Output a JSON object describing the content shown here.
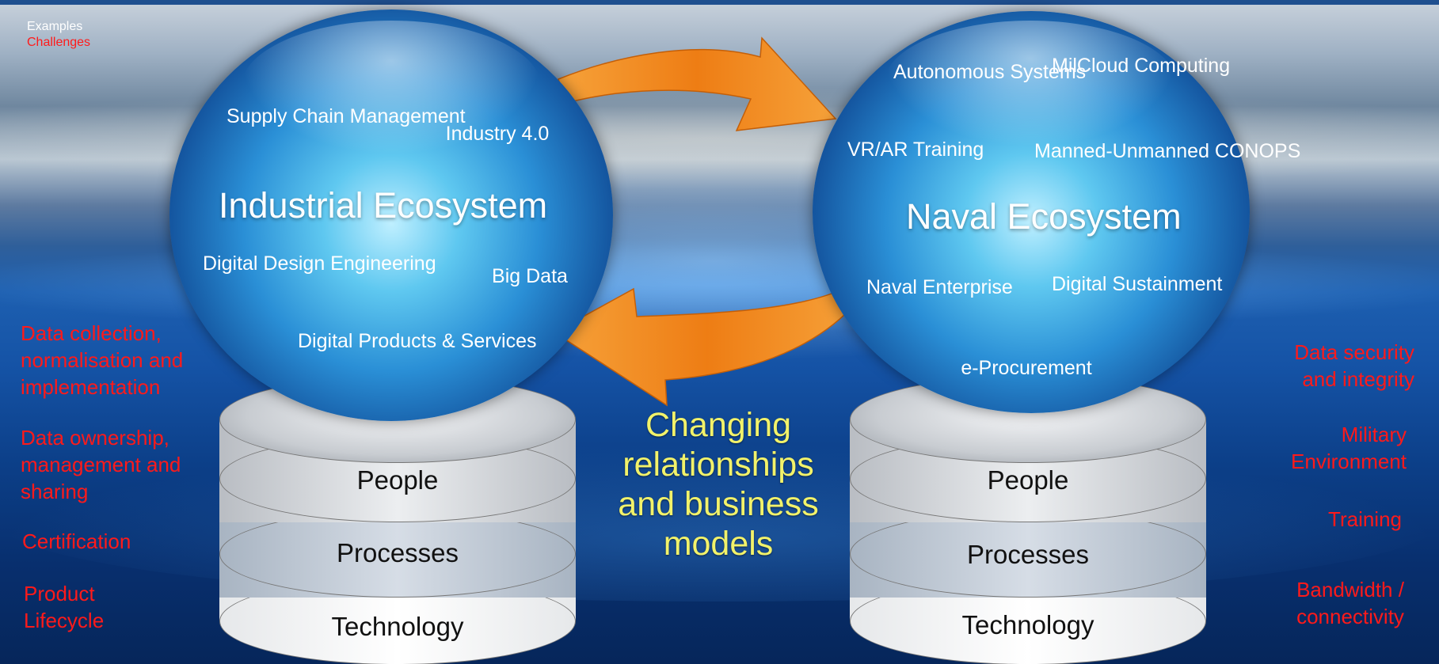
{
  "legend": {
    "examples": "Examples",
    "challenges": "Challenges"
  },
  "left_challenges": [
    "Data collection, normalisation and implementation",
    "Data ownership, management and sharing",
    "Certification",
    "Product Lifecycle"
  ],
  "right_challenges": [
    "Data security and integrity",
    "Military Environment",
    "Training",
    "Bandwidth / connectivity"
  ],
  "industrial": {
    "title": "Industrial Ecosystem",
    "examples": {
      "supply_chain": "Supply Chain Management",
      "industry40": "Industry 4.0",
      "digital_design": "Digital Design Engineering",
      "big_data": "Big Data",
      "digital_products": "Digital Products & Services"
    },
    "layers": [
      "People",
      "Processes",
      "Technology"
    ]
  },
  "naval": {
    "title": "Naval Ecosystem",
    "examples": {
      "autonomous": "Autonomous Systems",
      "milcloud": "MilCloud Computing",
      "vrar": "VR/AR Training",
      "manned": "Manned-Unmanned CONOPS",
      "enterprise": "Naval Enterprise",
      "sustainment": "Digital Sustainment",
      "eproc": "e-Procurement"
    },
    "layers": [
      "People",
      "Processes",
      "Technology"
    ]
  },
  "center_text": "Changing relationships and business models",
  "colors": {
    "challenge": "#ff1a1a",
    "center_text": "#f2f26a",
    "arrow": "#f08a1c"
  }
}
